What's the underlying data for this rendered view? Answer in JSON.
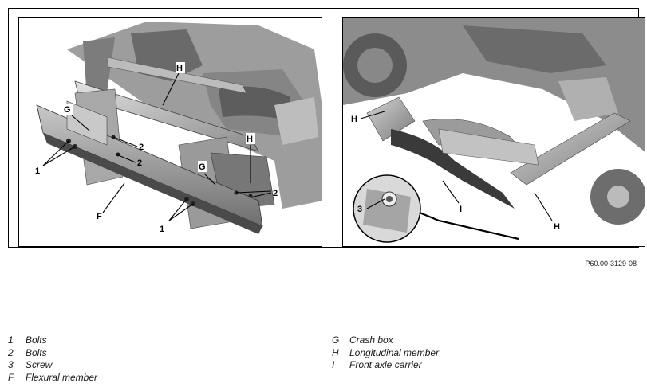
{
  "figure": {
    "reference": "P60.00-3129-08",
    "left_callouts": {
      "g": "G",
      "h1": "H",
      "h2": "H",
      "two_a": "2",
      "two_b": "2",
      "two_c": "2",
      "one_a": "1",
      "one_b": "1",
      "f": "F",
      "g2": "G"
    },
    "right_callouts": {
      "h1": "H",
      "three": "3",
      "i": "I",
      "h2": "H"
    }
  },
  "legend": {
    "left": [
      {
        "key": "1",
        "label": "Bolts"
      },
      {
        "key": "2",
        "label": "Bolts"
      },
      {
        "key": "3",
        "label": "Screw"
      },
      {
        "key": "F",
        "label": "Flexural member"
      }
    ],
    "right": [
      {
        "key": "G",
        "label": "Crash box"
      },
      {
        "key": "H",
        "label": "Longitudinal member"
      },
      {
        "key": "I",
        "label": "Front axle carrier"
      }
    ]
  }
}
